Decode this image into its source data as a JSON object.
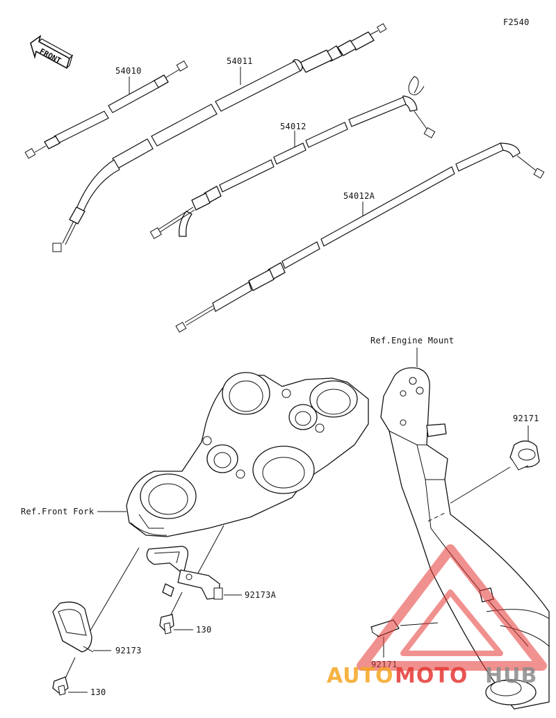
{
  "diagram_code": "F2540",
  "front_arrow_label": "FRONT",
  "labels": {
    "p54010": "54010",
    "p54011": "54011",
    "p54012": "54012",
    "p54012A": "54012A",
    "ref_engine": "Ref.Engine Mount",
    "ref_fork": "Ref.Front Fork",
    "p92171_top": "92171",
    "p92171_bottom": "92171",
    "p92173A": "92173A",
    "p92173": "92173",
    "p130_a": "130",
    "p130_b": "130"
  },
  "watermark": {
    "part1": "AUTO",
    "part2": "MOTO",
    "part3": "HUB",
    "color_orange": "#f5a623",
    "color_red": "#e53935",
    "color_grey": "#8a8a8a"
  }
}
